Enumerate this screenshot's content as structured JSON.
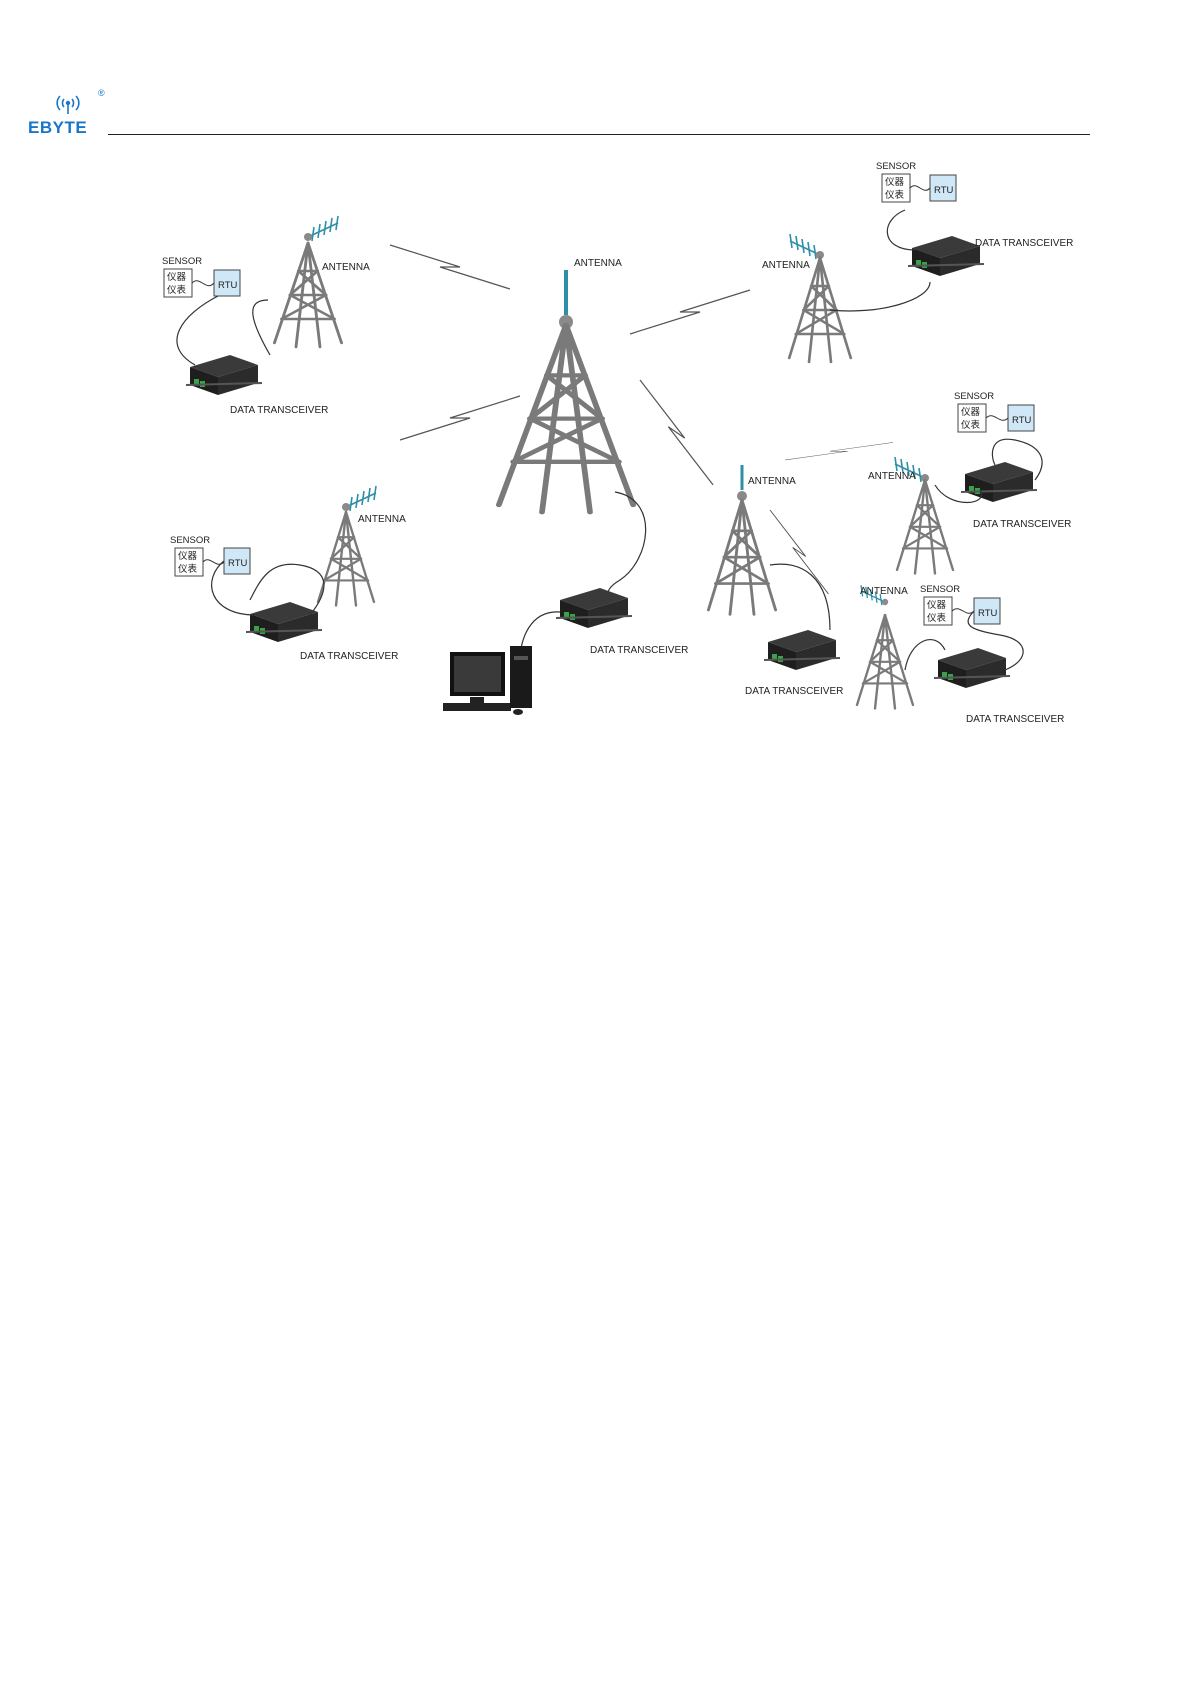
{
  "brand": {
    "name": "EBYTE",
    "reg": "®",
    "color": "#1976c9"
  },
  "labels": {
    "antenna": "ANTENNA",
    "transceiver": "DATA TRANSCEIVER",
    "sensor": "SENSOR",
    "instrument_1": "仪器",
    "instrument_2": "仪表",
    "rtu": "RTU"
  },
  "colors": {
    "antenna_mast": "#2f8fa6",
    "tower": "#7a7a7a",
    "rtu_box": "#cfe7f6"
  }
}
